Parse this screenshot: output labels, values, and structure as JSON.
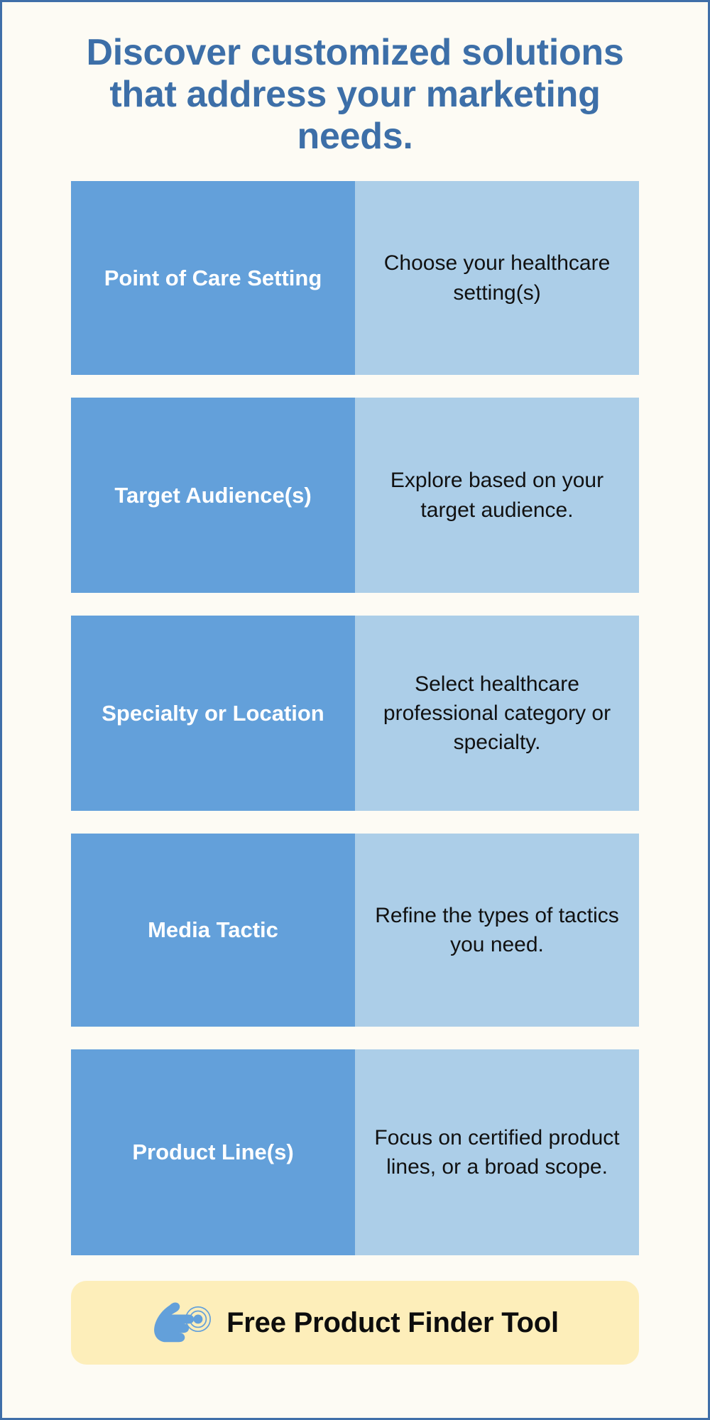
{
  "theme": {
    "page_background": "#fdfbf4",
    "border_color": "#3f6ea8",
    "heading_color": "#3d6fa8",
    "label_cell_background": "#63a0da",
    "label_cell_text": "#ffffff",
    "desc_cell_background": "#accee8",
    "desc_cell_text": "#111111",
    "cta_background": "#fdeeba",
    "cta_text": "#0d0d0d",
    "cta_icon_color": "#63a0da"
  },
  "headline": "Discover customized solutions that address your marketing needs.",
  "table": {
    "rows": [
      {
        "label": "Point of Care Setting",
        "description": "Choose your healthcare setting(s)"
      },
      {
        "label": "Target Audience(s)",
        "description": "Explore based on your target audience."
      },
      {
        "label": "Specialty or Location",
        "description": "Select healthcare professional category or specialty."
      },
      {
        "label": "Media Tactic",
        "description": "Refine the types of tactics you need."
      },
      {
        "label": "Product Line(s)",
        "description": "Focus on certified product lines, or a broad scope."
      }
    ]
  },
  "cta": {
    "icon": "pointing-hand-tap-icon",
    "label": "Free Product Finder Tool"
  }
}
